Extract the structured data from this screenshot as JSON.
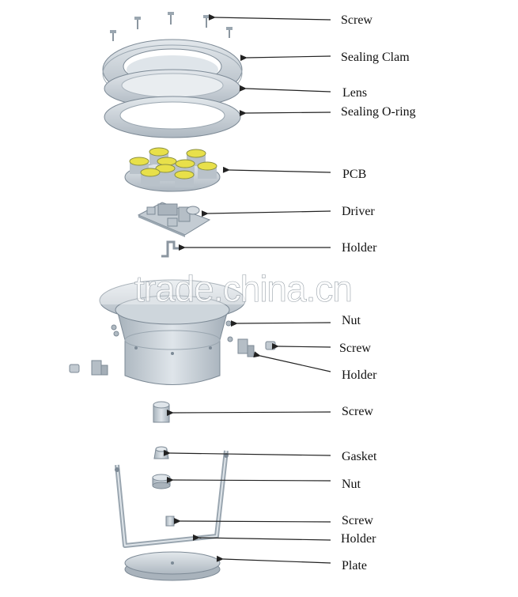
{
  "diagram": {
    "labels": [
      {
        "id": "screw-top",
        "text": "Screw"
      },
      {
        "id": "sealing-clam",
        "text": "Sealing Clam"
      },
      {
        "id": "lens",
        "text": "Lens"
      },
      {
        "id": "sealing-o-ring",
        "text": "Sealing O-ring"
      },
      {
        "id": "pcb",
        "text": "PCB"
      },
      {
        "id": "driver",
        "text": "Driver"
      },
      {
        "id": "holder-1",
        "text": "Holder"
      },
      {
        "id": "nut-1",
        "text": "Nut"
      },
      {
        "id": "screw-2",
        "text": "Screw"
      },
      {
        "id": "holder-2",
        "text": "Holder"
      },
      {
        "id": "screw-3",
        "text": "Screw"
      },
      {
        "id": "gasket",
        "text": "Gasket"
      },
      {
        "id": "nut-2",
        "text": "Nut"
      },
      {
        "id": "screw-4",
        "text": "Screw"
      },
      {
        "id": "holder-3",
        "text": "Holder"
      },
      {
        "id": "plate",
        "text": "Plate"
      }
    ],
    "watermark": "trade.china.cn",
    "colors": {
      "metal": "#c9d1d8",
      "metal_dark": "#9aa6b0",
      "led_yellow": "#e8e04a",
      "arrow": "#222222"
    }
  }
}
